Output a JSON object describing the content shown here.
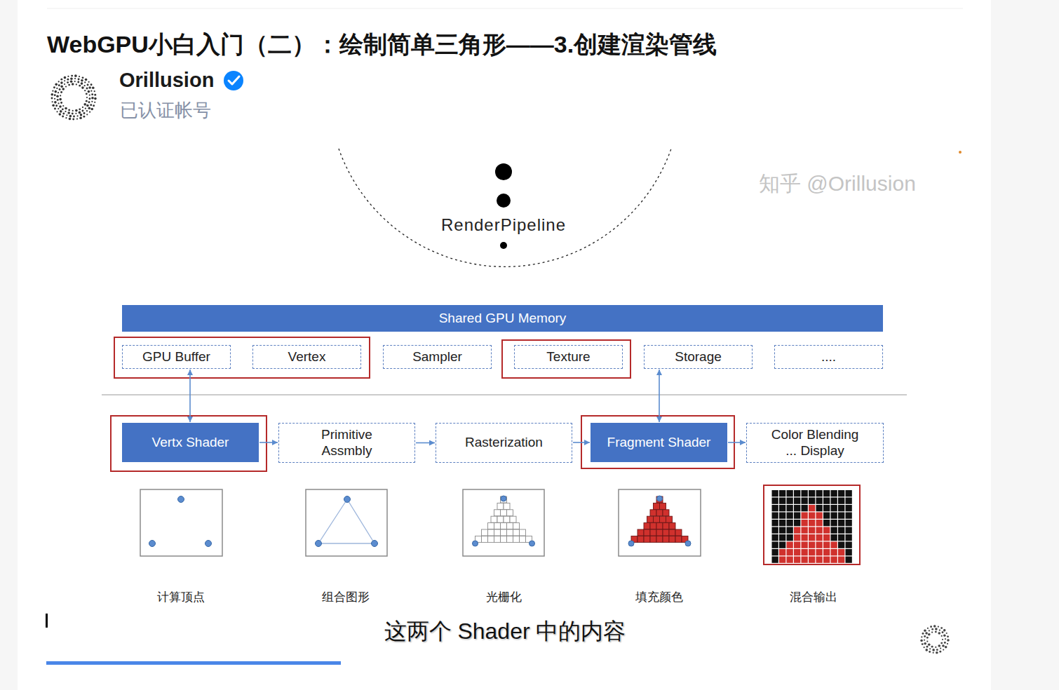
{
  "diagram": {
    "title": "WebGPU小白入门（二）：绘制简单三角形——3.创建渲染管线",
    "nodes": [
      {
        "text": [
          "Shared GPU Memory"
        ]
      },
      {
        "text": [
          "GPU Buffer"
        ]
      },
      {
        "text": [
          "Vertex"
        ]
      },
      {
        "text": [
          "Sampler"
        ]
      },
      {
        "text": [
          "Texture"
        ]
      },
      {
        "text": [
          "Storage"
        ]
      },
      {
        "text": [
          "...."
        ]
      },
      {
        "text": [
          "Vertx Shader"
        ]
      },
      {
        "text": [
          "Primitive Assmbly"
        ]
      },
      {
        "text": [
          "Rasterization"
        ]
      },
      {
        "text": [
          "Fragment Shader"
        ]
      },
      {
        "text": [
          "Color Blending ... Display"
        ]
      }
    ],
    "edges": [
      {
        "from": 1,
        "to": 7,
        "arrow": "both"
      },
      {
        "from": 7,
        "to": 8,
        "arrow": "to"
      },
      {
        "from": 8,
        "to": 9,
        "arrow": "to"
      },
      {
        "from": 9,
        "to": 10,
        "arrow": "to"
      },
      {
        "from": 10,
        "to": 11,
        "arrow": "to"
      },
      {
        "from": 5,
        "to": 10,
        "arrow": "both"
      }
    ],
    "labels": [
      "Orillusion",
      "已认证帐号",
      "RenderPipeline",
      "计算顶点",
      "组合图形",
      "光栅化",
      "填充颜色",
      "混合输出",
      "这两个 Shader 中的内容",
      "知乎 @Orillusion"
    ]
  }
}
